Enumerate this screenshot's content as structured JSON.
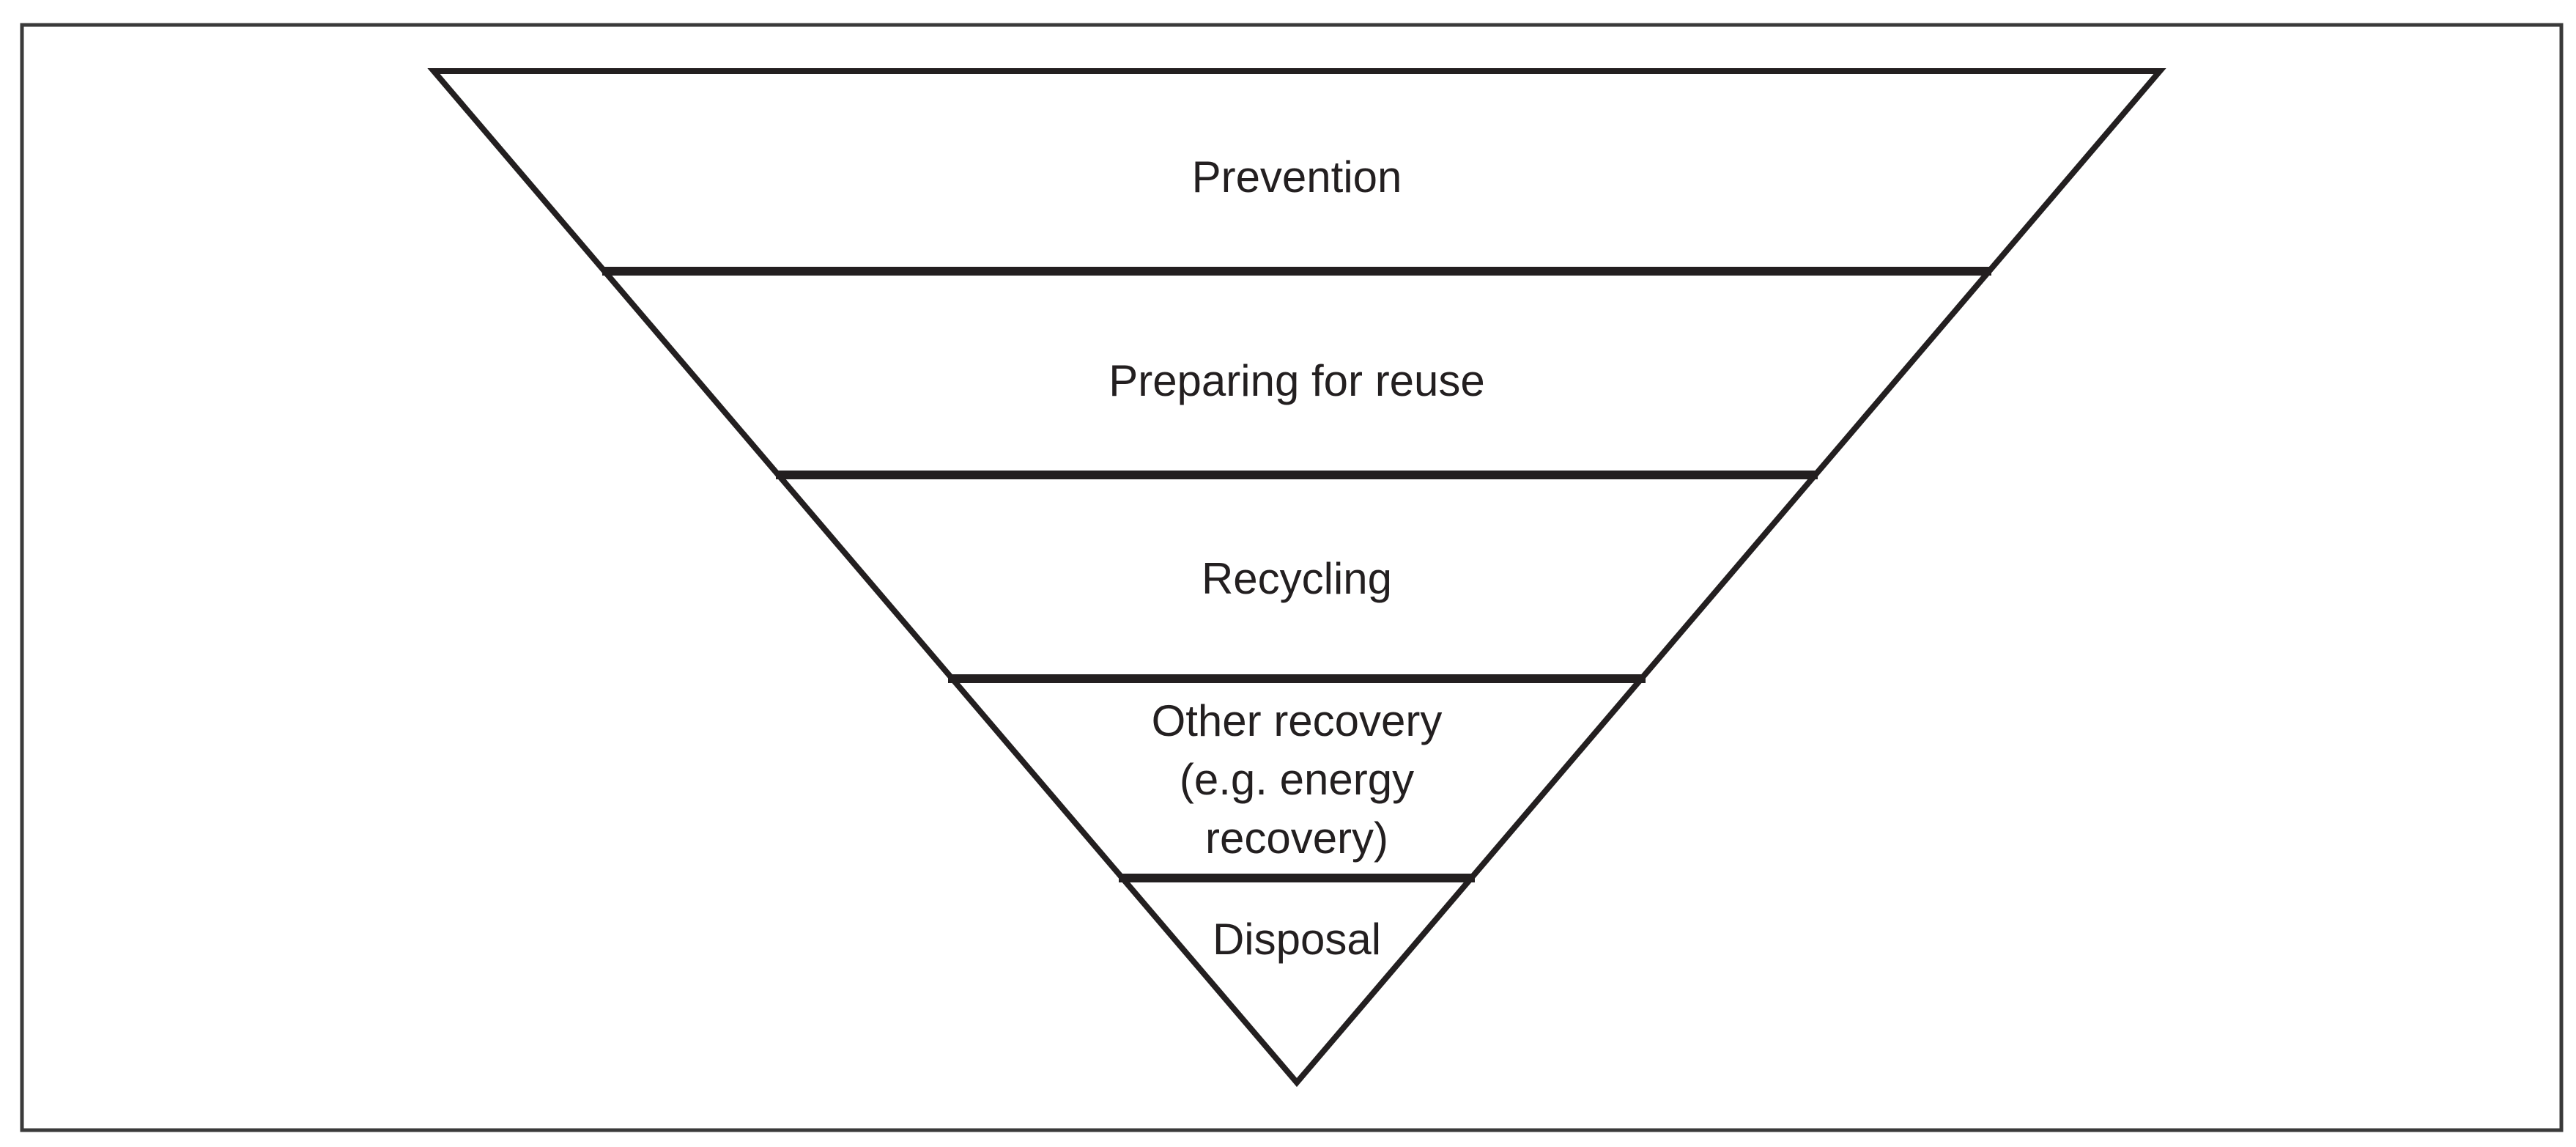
{
  "diagram": {
    "type": "inverted-pyramid-hierarchy",
    "levels": [
      {
        "rank": 1,
        "label": "Prevention"
      },
      {
        "rank": 2,
        "label": "Preparing for reuse"
      },
      {
        "rank": 3,
        "label": "Recycling"
      },
      {
        "rank": 4,
        "label": "Other recovery (e.g. energy recovery)",
        "lines": [
          "Other recovery",
          "(e.g. energy",
          "recovery)"
        ]
      },
      {
        "rank": 5,
        "label": "Disposal"
      }
    ],
    "colors": {
      "line": "#231f20",
      "frame": "#3a3a3a",
      "background": "#ffffff",
      "text": "#231f20"
    }
  }
}
